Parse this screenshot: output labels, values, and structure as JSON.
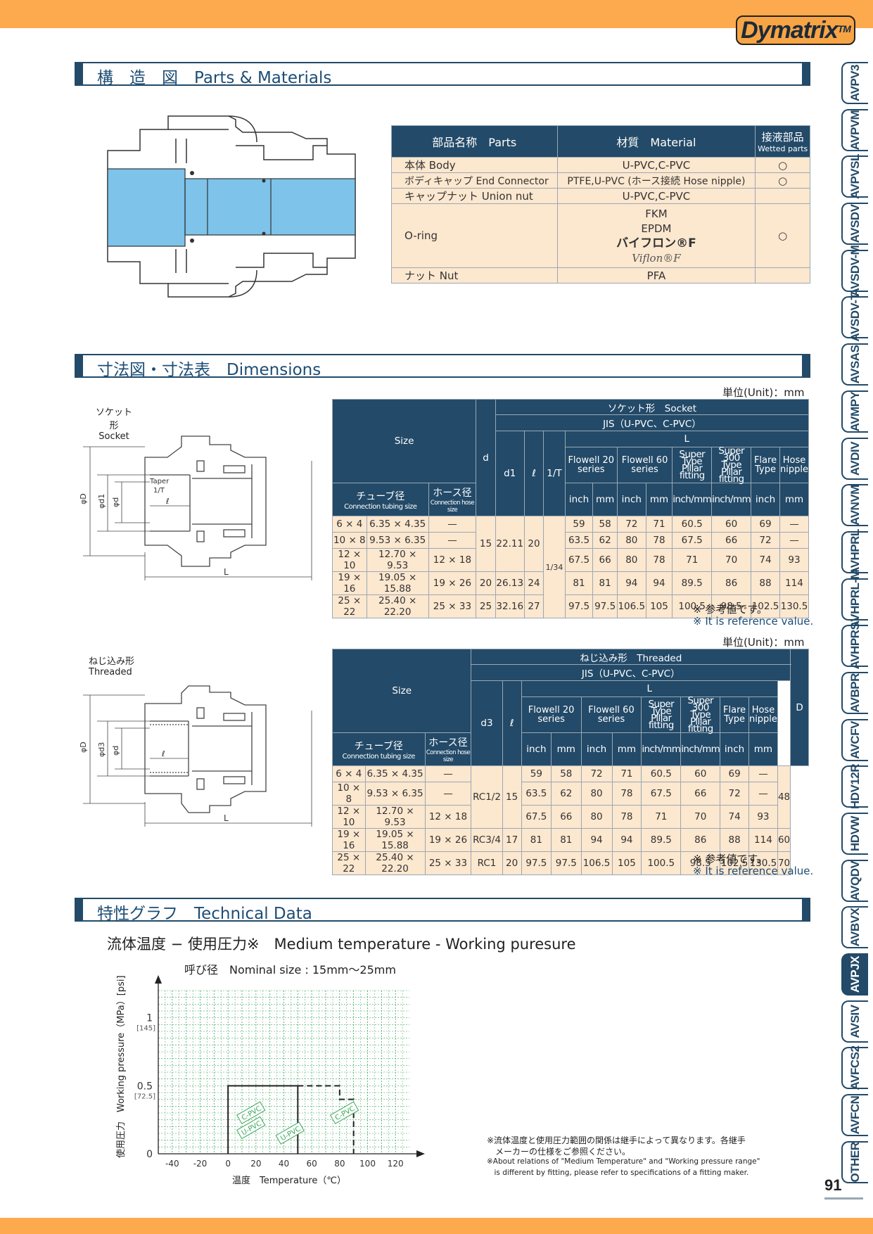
{
  "brand": {
    "name": "Dymatrix",
    "tm": "TM"
  },
  "page_number": "91",
  "sections": {
    "parts": "構　造　図　Parts & Materials",
    "dimensions": "寸法図・寸法表　Dimensions",
    "technical": "特性グラフ　Technical Data"
  },
  "side_tabs": [
    "AVPV3",
    "AVPVM",
    "AVPVSL",
    "AVSDV",
    "AVSDV-M",
    "AVSDV-T",
    "AVSAS",
    "AVMPY",
    "AVDIV",
    "AVNVM",
    "AVHPRL",
    "AVHPRL-M",
    "AVHPRS",
    "AVBPR",
    "AVCFV",
    "HDV12R",
    "HDVW",
    "AVQDV",
    "AVBVX",
    "AVPJX",
    "AVSIV",
    "AVFCS2",
    "AVFCN",
    "OTHER"
  ],
  "active_tab": "AVPJX",
  "materials": {
    "headers": {
      "parts": "部品名称　Parts",
      "material": "材質　Material",
      "wetted_jp": "接液部品",
      "wetted_en": "Wetted parts"
    },
    "rows": [
      {
        "part": "本体 Body",
        "material": "U-PVC,C-PVC",
        "wetted": "○"
      },
      {
        "part": "ボディキャップ End Connector",
        "material": "PTFE,U-PVC (ホース接続 Hose nipple)",
        "wetted": "○"
      },
      {
        "part": "キャップナット Union nut",
        "material": "U-PVC,C-PVC",
        "wetted": ""
      },
      {
        "part": "O-ring",
        "material_lines": [
          "FKM",
          "EPDM",
          "バイフロン®F",
          "Viflon®F"
        ],
        "wetted": "○"
      },
      {
        "part": "ナット Nut",
        "material": "PFA",
        "wetted": ""
      }
    ]
  },
  "socket": {
    "unit": "単位(Unit)：mm",
    "drawing_jp": "ソケット形",
    "drawing_en": "Socket",
    "labels": {
      "phiD": "φD",
      "phid1": "φd1",
      "phid": "φd",
      "taper": "Taper",
      "taper2": "1/T",
      "ell": "ℓ",
      "L": "L"
    },
    "h_size": "Size",
    "h_d": "d",
    "h_type": "ソケット形　Socket",
    "h_jis": "JIS（U-PVC、C-PVC）",
    "h_L": "L",
    "h_d1": "d1",
    "h_ell": "ℓ",
    "h_1T": "1/T",
    "h_fw20": "Flowell 20 series",
    "h_fw60": "Flowell 60 series",
    "h_super": "Super Type Pillar fitting",
    "h_super300": "Super 300 Type Pillar fitting",
    "h_flare": "Flare Type",
    "h_hose": "Hose nipple",
    "h_tube_jp": "チューブ径",
    "h_tube_en": "Connection tubing size",
    "h_hose_jp": "ホース径",
    "h_hose_en": "Connection hose size",
    "u_inch": "inch",
    "u_mm": "mm",
    "u_inchmm": "inch/mm",
    "rows": [
      {
        "size": "6 × 4",
        "tube": "6.35 × 4.35",
        "hose": "—",
        "fw20i": "59",
        "fw20m": "58",
        "fw60i": "72",
        "fw60m": "71",
        "sp": "60.5",
        "sp3": "60",
        "flare": "69",
        "hn": "—"
      },
      {
        "size": "10 × 8",
        "tube": "9.53 × 6.35",
        "hose": "—",
        "fw20i": "63.5",
        "fw20m": "62",
        "fw60i": "80",
        "fw60m": "78",
        "sp": "67.5",
        "sp3": "66",
        "flare": "72",
        "hn": "—"
      },
      {
        "size": "12 × 10",
        "tube": "12.70 × 9.53",
        "hose": "12 × 18",
        "fw20i": "67.5",
        "fw20m": "66",
        "fw60i": "80",
        "fw60m": "78",
        "sp": "71",
        "sp3": "70",
        "flare": "74",
        "hn": "93"
      },
      {
        "size": "19 × 16",
        "tube": "19.05 × 15.88",
        "hose": "19 × 26",
        "fw20i": "81",
        "fw20m": "81",
        "fw60i": "94",
        "fw60m": "94",
        "sp": "89.5",
        "sp3": "86",
        "flare": "88",
        "hn": "114"
      },
      {
        "size": "25 × 22",
        "tube": "25.40 × 22.20",
        "hose": "25 × 33",
        "fw20i": "97.5",
        "fw20m": "97.5",
        "fw60i": "106.5",
        "fw60m": "105",
        "sp": "100.5",
        "sp3": "98.5",
        "flare": "102.5",
        "hn": "130.5"
      }
    ],
    "merged": {
      "d_a": "15",
      "d1_a": "22.11",
      "ell_a": "20",
      "taper": "1/34",
      "d_b": "20",
      "d1_b": "26.13",
      "ell_b": "24",
      "d_c": "25",
      "d1_c": "32.16",
      "ell_c": "27"
    },
    "note_jp": "※ 参考値です。",
    "note_en": "※ It is reference value."
  },
  "threaded": {
    "unit": "単位(Unit)：mm",
    "drawing_jp": "ねじ込み形",
    "drawing_en": "Threaded",
    "labels": {
      "phiD": "φD",
      "phid3": "φd3",
      "phid": "φd",
      "ell": "ℓ",
      "L": "L"
    },
    "h_type": "ねじ込み形　Threaded",
    "h_jis": "JIS（U-PVC、C-PVC）",
    "h_D": "D",
    "h_d3": "d3",
    "rows": [
      {
        "size": "6 × 4",
        "tube": "6.35 × 4.35",
        "hose": "—",
        "fw20i": "59",
        "fw20m": "58",
        "fw60i": "72",
        "fw60m": "71",
        "sp": "60.5",
        "sp3": "60",
        "flare": "69",
        "hn": "—"
      },
      {
        "size": "10 × 8",
        "tube": "9.53 × 6.35",
        "hose": "—",
        "fw20i": "63.5",
        "fw20m": "62",
        "fw60i": "80",
        "fw60m": "78",
        "sp": "67.5",
        "sp3": "66",
        "flare": "72",
        "hn": "—"
      },
      {
        "size": "12 × 10",
        "tube": "12.70 × 9.53",
        "hose": "12 × 18",
        "fw20i": "67.5",
        "fw20m": "66",
        "fw60i": "80",
        "fw60m": "78",
        "sp": "71",
        "sp3": "70",
        "flare": "74",
        "hn": "93"
      },
      {
        "size": "19 × 16",
        "tube": "19.05 × 15.88",
        "hose": "19 × 26",
        "fw20i": "81",
        "fw20m": "81",
        "fw60i": "94",
        "fw60m": "94",
        "sp": "89.5",
        "sp3": "86",
        "flare": "88",
        "hn": "114"
      },
      {
        "size": "25 × 22",
        "tube": "25.40 × 22.20",
        "hose": "25 × 33",
        "fw20i": "97.5",
        "fw20m": "97.5",
        "fw60i": "106.5",
        "fw60m": "105",
        "sp": "100.5",
        "sp3": "98.5",
        "flare": "102.5",
        "hn": "130.5"
      }
    ],
    "merged": {
      "d3_a": "RC1/2",
      "ell_a": "15",
      "D_a": "48",
      "d3_b": "RC3/4",
      "ell_b": "17",
      "D_b": "60",
      "d3_c": "RC1",
      "ell_c": "20",
      "D_c": "70"
    },
    "note_jp": "※ 参考値です。",
    "note_en": "※ It is reference value."
  },
  "chart_title": "流体温度 − 使用圧力※　Medium temperature - Working puresure",
  "chart_data": {
    "type": "line",
    "title": "呼び径　Nominal size : 15mm～25mm",
    "xlabel": "温度　Temperature（℃）",
    "ylabel": "使用圧力　Working pressure（MPa）[psi]",
    "xlim": [
      -50,
      130
    ],
    "ylim": [
      0,
      1.2
    ],
    "x_ticks": [
      -40,
      -20,
      0,
      20,
      40,
      60,
      80,
      100,
      120
    ],
    "y_ticks": [
      {
        "v": 0,
        "label": "0",
        "psi": ""
      },
      {
        "v": 0.5,
        "label": "0.5",
        "psi": "[72.5]"
      },
      {
        "v": 1,
        "label": "1",
        "psi": "[145]"
      }
    ],
    "grid": true,
    "series": [
      {
        "name": "U-PVC",
        "style": "solid",
        "x": [
          0,
          0,
          50,
          50
        ],
        "y": [
          0,
          0.5,
          0.5,
          0
        ]
      },
      {
        "name": "C-PVC",
        "style": "dashed",
        "x": [
          50,
          80,
          80,
          90,
          90
        ],
        "y": [
          0.5,
          0.5,
          0.4,
          0.4,
          0
        ]
      }
    ],
    "annotations": [
      {
        "text": "C-PVC",
        "x": 10,
        "y": 0.24
      },
      {
        "text": "U-PVC",
        "x": 10,
        "y": 0.13
      },
      {
        "text": "U-PVC",
        "x": 38,
        "y": 0.09
      },
      {
        "text": "C-PVC",
        "x": 77,
        "y": 0.24
      }
    ]
  },
  "footnote": {
    "jp1": "※流体温度と使用圧力範囲の関係は継手によって異なります。各継手",
    "jp2": "　メーカーの仕様をご参照ください。",
    "en1": "※About relations of \"Medium Temperature\" and \"Working pressure range\"",
    "en2": "　is different by fitting, please refer to specifications of a fitting maker."
  }
}
